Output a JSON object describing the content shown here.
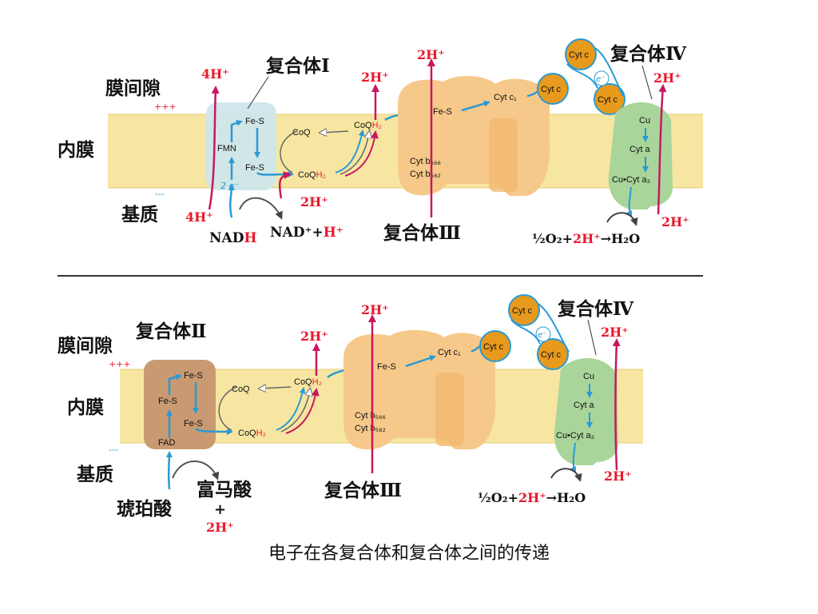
{
  "panel1": {
    "ims": "膜间隙",
    "plus": "+++",
    "im": "内膜",
    "minus": "---",
    "matrix": "基质",
    "complex1": "复合体Ⅰ",
    "complex3": "复合体Ⅲ",
    "complex4": "复合体Ⅳ",
    "h_4_top": "4H⁺",
    "h_4_bottom": "4H⁺",
    "h_2_c1out": "2H⁺",
    "h_2_coq": "2H⁺",
    "h_2_c3": "2H⁺",
    "h_2_c4top": "2H⁺",
    "h_2_c4bottom": "2H⁺",
    "nadh_a": "NAD",
    "nadh_b": "H",
    "nadplus": "NAD⁺+",
    "hplus": "H⁺",
    "water_half": "½",
    "water_o2": "O₂+",
    "water_2h": "2H⁺",
    "water_arrow": "→",
    "water_h2o": "H₂O",
    "fe_s_1": "Fe-S",
    "fmn": "FMN",
    "fe_s_2": "Fe-S",
    "two_e": "2 e⁻",
    "coq": "CoQ",
    "coqh2_a": "CoQ",
    "coqh2_b": "H₂",
    "coqh2_top_a": "CoQ",
    "coqh2_top_b": "H₂",
    "c3_fes": "Fe-S",
    "cyt_c1": "Cyt c₁",
    "cyt_b566": "Cyt b₅₆₆",
    "cyt_b562": "Cyt b₅₆₂",
    "cytc": "Cyt c",
    "e_minus": "e⁻",
    "cu": "Cu",
    "cyt_a": "Cyt a",
    "cu_cyt_a3": "Cu•Cyt a₃"
  },
  "panel2": {
    "ims": "膜间隙",
    "plus": "+++",
    "im": "内膜",
    "minus": "---",
    "matrix": "基质",
    "complex2": "复合体Ⅱ",
    "complex3": "复合体Ⅲ",
    "complex4": "复合体Ⅳ",
    "h_2_coq": "2H⁺",
    "h_2_c3": "2H⁺",
    "h_2_c4top": "2H⁺",
    "h_2_c4bottom": "2H⁺",
    "succinate": "琥珀酸",
    "fumarate": "富马酸",
    "plus_sign": "+",
    "fumarate_2h": "2H⁺",
    "water_half": "½",
    "water_o2": "O₂+",
    "water_2h": "2H⁺",
    "water_arrow": "→",
    "water_h2o": "H₂O",
    "fe_s_1": "Fe-S",
    "fe_s_2": "Fe-S",
    "fe_s_3": "Fe-S",
    "fad": "FAD",
    "coq": "CoQ",
    "coqh2_a": "CoQ",
    "coqh2_b": "H₂",
    "coqh2_top_a": "CoQ",
    "coqh2_top_b": "H₂",
    "c3_fes": "Fe-S",
    "cyt_c1": "Cyt c₁",
    "cyt_b566": "Cyt b₅₆₆",
    "cyt_b562": "Cyt b₅₆₂",
    "cytc": "Cyt c",
    "e_minus": "e⁻",
    "cu": "Cu",
    "cyt_a": "Cyt a",
    "cu_cyt_a3": "Cu•Cyt a₃"
  },
  "caption": "电子在各复合体和复合体之间的传递",
  "colors": {
    "membrane": "#f7e6a1",
    "complex1": "#cfe6ea",
    "complex2": "#c99a72",
    "complex3": "#f6c98a",
    "complex4": "#a9d59a",
    "cytc": "#e79a1c",
    "electron_arrow": "#2a9ad6",
    "proton": "#e8192c",
    "proton_arrow": "#c8175f"
  }
}
